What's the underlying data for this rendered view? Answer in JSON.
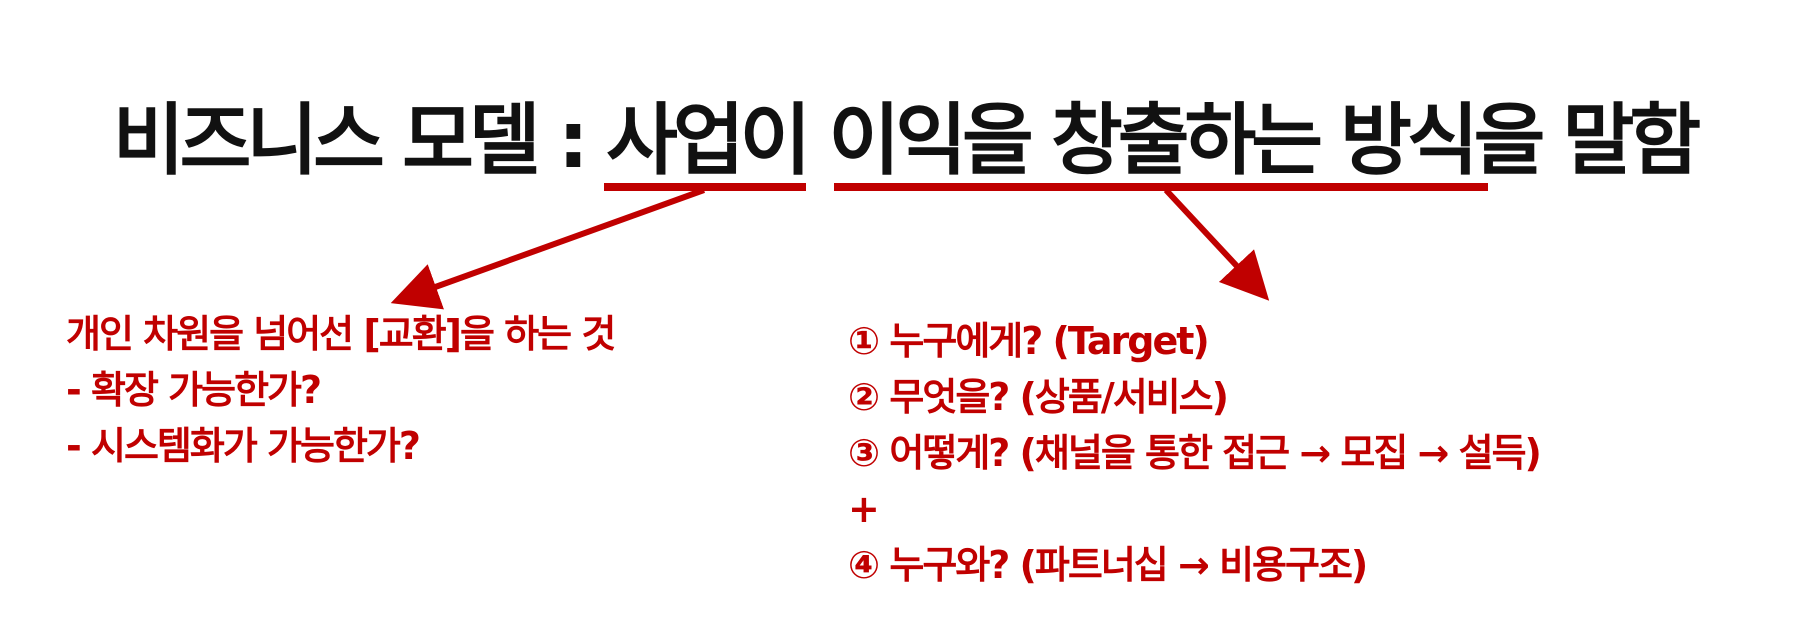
{
  "title": "비즈니스 모델 : 사업이 이익을 창출하는 방식을 말함",
  "colors": {
    "title": "#111111",
    "accent": "#c00000"
  },
  "left_block": {
    "lines": [
      "개인 차원을 넘어선 [교환]을 하는 것",
      "- 확장 가능한가?",
      "- 시스템화가 가능한가?"
    ]
  },
  "right_block": {
    "lines": [
      "① 누구에게? (Target)",
      "② 무엇을? (상품/서비스)",
      "③ 어떻게? (채널을 통한 접근 → 모집 →  설득)",
      "+",
      "④ 누구와? (파트너십 → 비용구조)"
    ]
  }
}
